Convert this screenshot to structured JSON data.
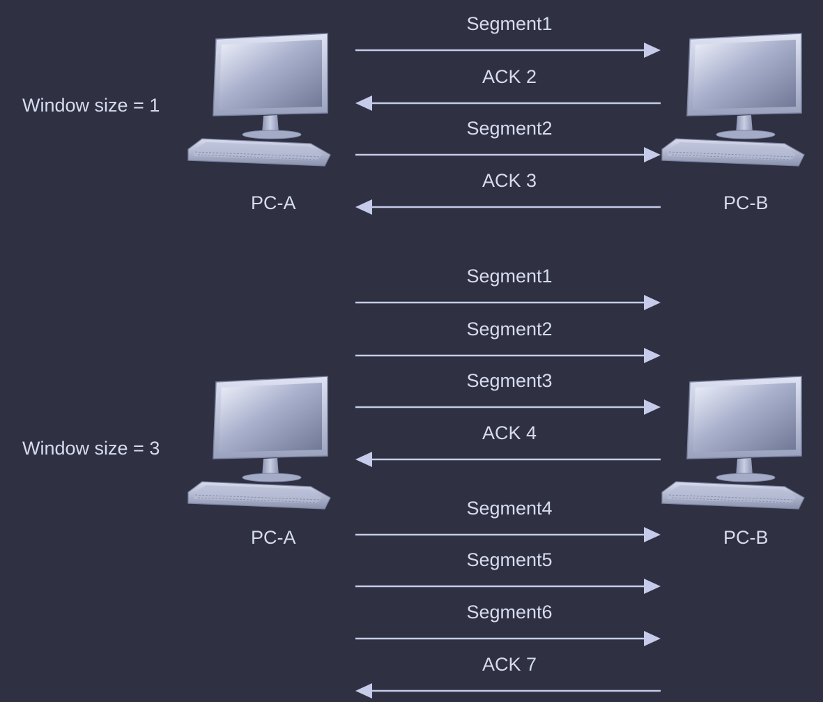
{
  "colors": {
    "background": "#2f3143",
    "line": "#c5cbe8",
    "text": "#d6dbef"
  },
  "icons": {
    "computer": "desktop-computer-icon"
  },
  "scenarios": [
    {
      "window_label": "Window size = 1",
      "sender_label": "PC-A",
      "receiver_label": "PC-B",
      "messages": [
        {
          "label": "Segment1",
          "direction": "right"
        },
        {
          "label": "ACK 2",
          "direction": "left"
        },
        {
          "label": "Segment2",
          "direction": "right"
        },
        {
          "label": "ACK 3",
          "direction": "left"
        }
      ]
    },
    {
      "window_label": "Window size = 3",
      "sender_label": "PC-A",
      "receiver_label": "PC-B",
      "messages": [
        {
          "label": "Segment1",
          "direction": "right"
        },
        {
          "label": "Segment2",
          "direction": "right"
        },
        {
          "label": "Segment3",
          "direction": "right"
        },
        {
          "label": "ACK 4",
          "direction": "left"
        },
        {
          "label": "Segment4",
          "direction": "right"
        },
        {
          "label": "Segment5",
          "direction": "right"
        },
        {
          "label": "Segment6",
          "direction": "right"
        },
        {
          "label": "ACK 7",
          "direction": "left"
        }
      ]
    }
  ]
}
